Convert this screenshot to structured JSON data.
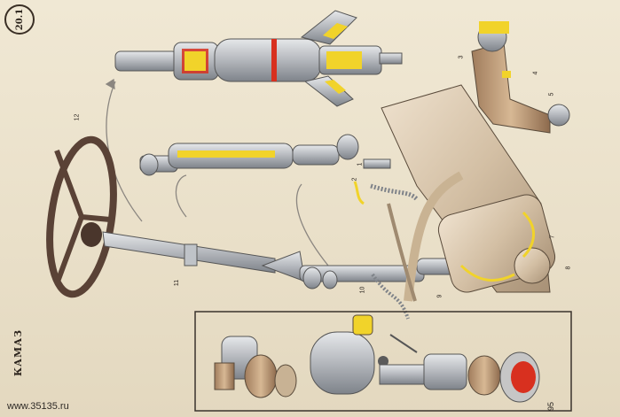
{
  "sheet": {
    "plate_number": "20.1",
    "brand": "КАМАЗ",
    "url": "www.35135.ru",
    "corner_code": "95"
  },
  "callouts": [
    "1",
    "2",
    "3",
    "4",
    "5",
    "7",
    "8",
    "9",
    "10",
    "11",
    "12"
  ],
  "colors": {
    "background": "#ece3cf",
    "metal": "#b7b9bd",
    "metal_dark": "#7f8389",
    "housing": "#d9c6ad",
    "accent_yellow": "#f1d32a",
    "accent_red": "#d8301f",
    "wheel_brown": "#5a4236",
    "outline": "#3a332d"
  }
}
